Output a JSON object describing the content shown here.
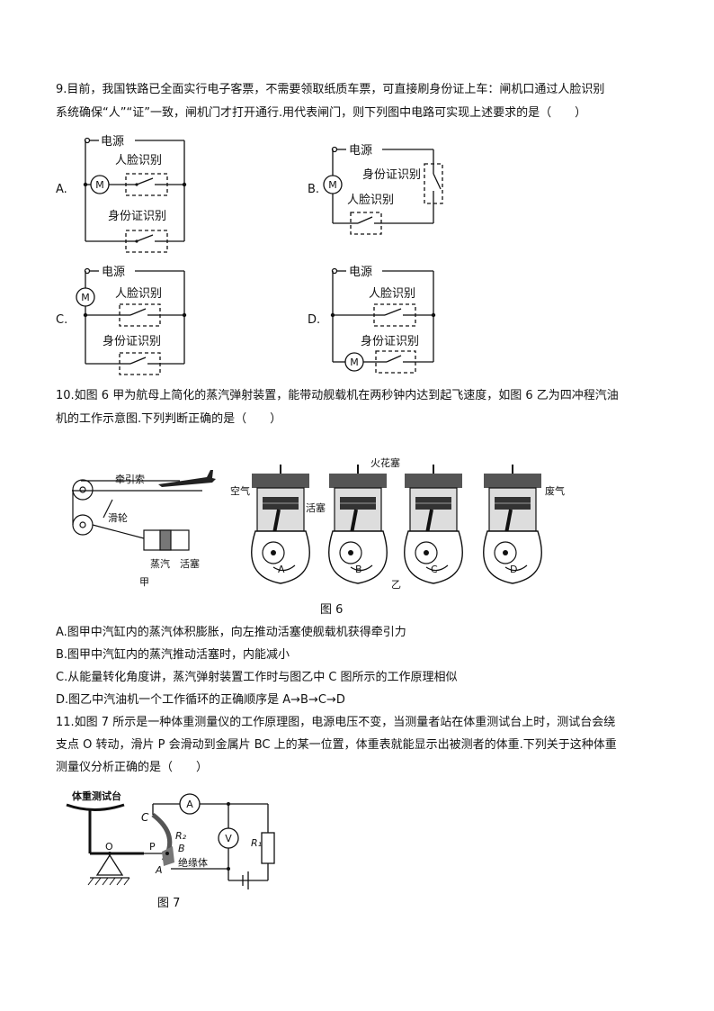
{
  "q9": {
    "line1": "9.目前，我国铁路已全面实行电子客票，不需要领取纸质车票，可直接刷身份证上车：闸机口通过人脸识别",
    "line2": "系统确保“人”“证”一致，闸机门才打开通行.用代表闸门，则下列图中电路可实现上述要求的是（　　）",
    "options": {
      "a": {
        "letter": "A.",
        "power": "电源",
        "face": "人脸识别",
        "id": "身份证识别",
        "motor": "M"
      },
      "b": {
        "letter": "B.",
        "power": "电源",
        "face": "人脸识别",
        "id": "身份证识别",
        "motor": "M"
      },
      "c": {
        "letter": "C.",
        "power": "电源",
        "face": "人脸识别",
        "id": "身份证识别",
        "motor": "M"
      },
      "d": {
        "letter": "D.",
        "power": "电源",
        "face": "人脸识别",
        "id": "身份证识别",
        "motor": "M"
      }
    }
  },
  "q10": {
    "line1": "10.如图 6 甲为航母上简化的蒸汽弹射装置，能带动舰载机在两秒钟内达到起飞速度，如图 6 乙为四冲程汽油",
    "line2": "机的工作示意图.下列判断正确的是（　　）",
    "fig": {
      "traction": "牵引索",
      "pulley": "滑轮",
      "steam": "蒸汽",
      "piston": "活塞",
      "jia": "甲",
      "air": "空气",
      "spark": "火花塞",
      "piston2": "活塞",
      "exhaust": "废气",
      "yi": "乙",
      "engines": [
        "A",
        "B",
        "C",
        "D"
      ],
      "caption": "图 6"
    },
    "options": [
      "A.图甲中汽缸内的蒸汽体积膨胀，向左推动活塞使舰载机获得牵引力",
      "B.图甲中汽缸内的蒸汽推动活塞时，内能减小",
      "C.从能量转化角度讲，蒸汽弹射装置工作时与图乙中 C 图所示的工作原理相似",
      "D.图乙中汽油机一个工作循环的正确顺序是 A→B→C→D"
    ]
  },
  "q11": {
    "line1": "11.如图 7 所示是一种体重测量仪的工作原理图，电源电压不变，当测量者站在体重测试台上时，测试台会绕",
    "line2": "支点 O 转动，滑片 P 会滑动到金属片 BC 上的某一位置，体重表就能显示出被测者的体重.下列关于这种体重",
    "line3": "测量仪分析正确的是（　　）",
    "fig": {
      "platform": "体重测试台",
      "ammeter": "A",
      "voltmeter": "V",
      "c": "C",
      "r2": "R₂",
      "b": "B",
      "r1": "R₁",
      "o": "O",
      "p": "P",
      "a": "A",
      "insulator": "绝缘体",
      "caption": "图 7"
    }
  }
}
